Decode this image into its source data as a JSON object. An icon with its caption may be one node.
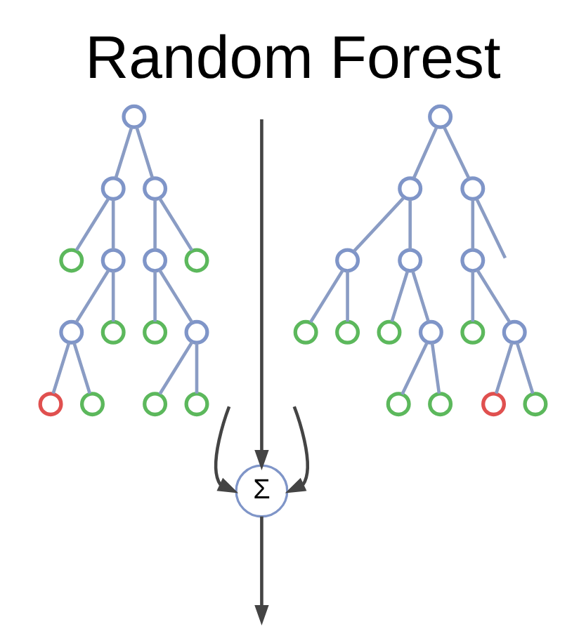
{
  "diagram": {
    "title": "Random Forest",
    "nodes": [
      {
        "text": [],
        "shape": "circle"
      },
      {
        "text": [],
        "shape": "circle"
      },
      {
        "text": [],
        "shape": "circle"
      },
      {
        "text": [],
        "shape": "circle"
      },
      {
        "text": [],
        "shape": "circle"
      },
      {
        "text": [],
        "shape": "circle"
      },
      {
        "text": [],
        "shape": "circle"
      },
      {
        "text": [],
        "shape": "circle"
      },
      {
        "text": [],
        "shape": "circle"
      },
      {
        "text": [],
        "shape": "circle"
      },
      {
        "text": [],
        "shape": "circle"
      },
      {
        "text": [],
        "shape": "circle"
      },
      {
        "text": [],
        "shape": "circle"
      },
      {
        "text": [],
        "shape": "circle"
      },
      {
        "text": [],
        "shape": "circle"
      },
      {
        "text": [],
        "shape": "circle"
      },
      {
        "text": [],
        "shape": "circle"
      },
      {
        "text": [],
        "shape": "circle"
      },
      {
        "text": [],
        "shape": "circle"
      },
      {
        "text": [],
        "shape": "circle"
      },
      {
        "text": [],
        "shape": "circle"
      },
      {
        "text": [],
        "shape": "circle"
      },
      {
        "text": [],
        "shape": "circle"
      },
      {
        "text": [],
        "shape": "circle"
      },
      {
        "text": [],
        "shape": "circle"
      },
      {
        "text": [],
        "shape": "circle"
      },
      {
        "text": [],
        "shape": "circle"
      },
      {
        "text": [],
        "shape": "circle"
      },
      {
        "text": [],
        "shape": "circle"
      },
      {
        "text": [],
        "shape": "circle"
      },
      {
        "text": [],
        "shape": "circle"
      },
      {
        "text": [
          "Σ"
        ]
      }
    ],
    "edges": [
      {
        "from": 0,
        "to": 1,
        "arrow": "none"
      },
      {
        "from": 0,
        "to": 2,
        "arrow": "none"
      },
      {
        "from": 1,
        "to": 3,
        "arrow": "none"
      },
      {
        "from": 1,
        "to": 4,
        "arrow": "none"
      },
      {
        "from": 2,
        "to": 5,
        "arrow": "none"
      },
      {
        "from": 2,
        "to": 6,
        "arrow": "none"
      },
      {
        "from": 4,
        "to": 7,
        "arrow": "none"
      },
      {
        "from": 4,
        "to": 8,
        "arrow": "none"
      },
      {
        "from": 5,
        "to": 9,
        "arrow": "none"
      },
      {
        "from": 5,
        "to": 10,
        "arrow": "none"
      },
      {
        "from": 7,
        "to": 11,
        "arrow": "none"
      },
      {
        "from": 7,
        "to": 12,
        "arrow": "none"
      },
      {
        "from": 10,
        "to": 13,
        "arrow": "none"
      },
      {
        "from": 10,
        "to": 14,
        "arrow": "none"
      },
      {
        "from": 15,
        "to": 16,
        "arrow": "none"
      },
      {
        "from": 15,
        "to": 17,
        "arrow": "none"
      },
      {
        "from": 16,
        "to": 18,
        "arrow": "none"
      },
      {
        "from": 16,
        "to": 19,
        "arrow": "none"
      },
      {
        "from": 17,
        "to": 20,
        "arrow": "none"
      },
      {
        "from": 17,
        "to": null,
        "arrow": "none"
      },
      {
        "from": 18,
        "to": 21,
        "arrow": "none"
      },
      {
        "from": 18,
        "to": 22,
        "arrow": "none"
      },
      {
        "from": 19,
        "to": 23,
        "arrow": "none"
      },
      {
        "from": 19,
        "to": 24,
        "arrow": "none"
      },
      {
        "from": 20,
        "to": 25,
        "arrow": "none"
      },
      {
        "from": 20,
        "to": 26,
        "arrow": "none"
      },
      {
        "from": 24,
        "to": 27,
        "arrow": "none"
      },
      {
        "from": 24,
        "to": 28,
        "arrow": "none"
      },
      {
        "from": 26,
        "to": 29,
        "arrow": "none"
      },
      {
        "from": 26,
        "to": 30,
        "arrow": "none"
      },
      {
        "from": null,
        "to": 31,
        "arrow": "to",
        "color": "#444444"
      },
      {
        "from": 31,
        "to": null,
        "arrow": "to",
        "color": "#444444"
      },
      {
        "from": null,
        "to": 31,
        "arrow": "to",
        "color": "#444444"
      },
      {
        "from": null,
        "to": 31,
        "arrow": "to",
        "color": "#444444"
      }
    ]
  }
}
